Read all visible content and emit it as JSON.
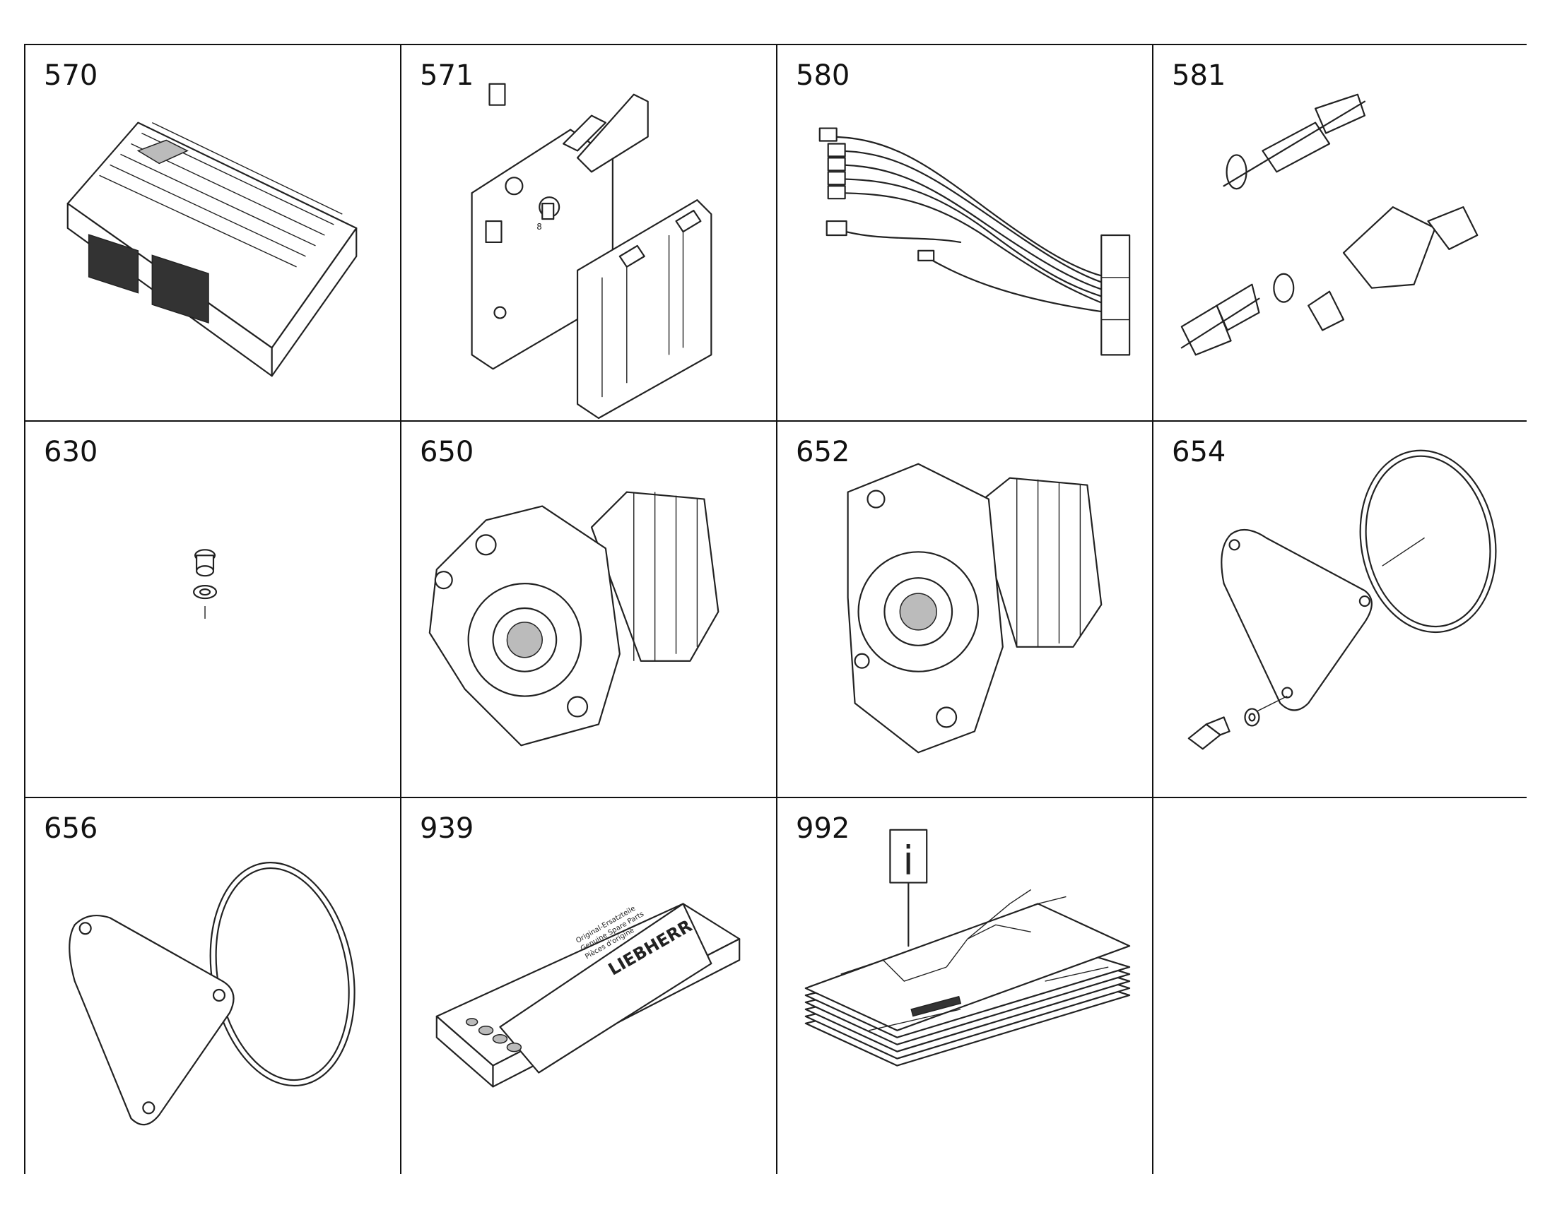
{
  "parts": [
    {
      "number": "570",
      "icon": "control-unit-icon"
    },
    {
      "number": "571",
      "icon": "mounting-bracket-icon"
    },
    {
      "number": "580",
      "icon": "wiring-harness-icon"
    },
    {
      "number": "581",
      "icon": "sensors-icon"
    },
    {
      "number": "630",
      "icon": "plug-screw-icon"
    },
    {
      "number": "650",
      "icon": "gear-pump-icon"
    },
    {
      "number": "652",
      "icon": "gear-pump-icon"
    },
    {
      "number": "654",
      "icon": "cover-plate-kit-icon"
    },
    {
      "number": "656",
      "icon": "cover-plate-gasket-icon"
    },
    {
      "number": "939",
      "icon": "spare-parts-box-icon"
    },
    {
      "number": "992",
      "icon": "info-manual-icon"
    },
    {
      "number": "",
      "icon": ""
    }
  ],
  "box_label": "LIEBHERR",
  "box_text": [
    "Original-Ersatzteile",
    "Genuine Spare Parts",
    "Pièces d'origine"
  ],
  "info_label": "i",
  "small_label": "8"
}
